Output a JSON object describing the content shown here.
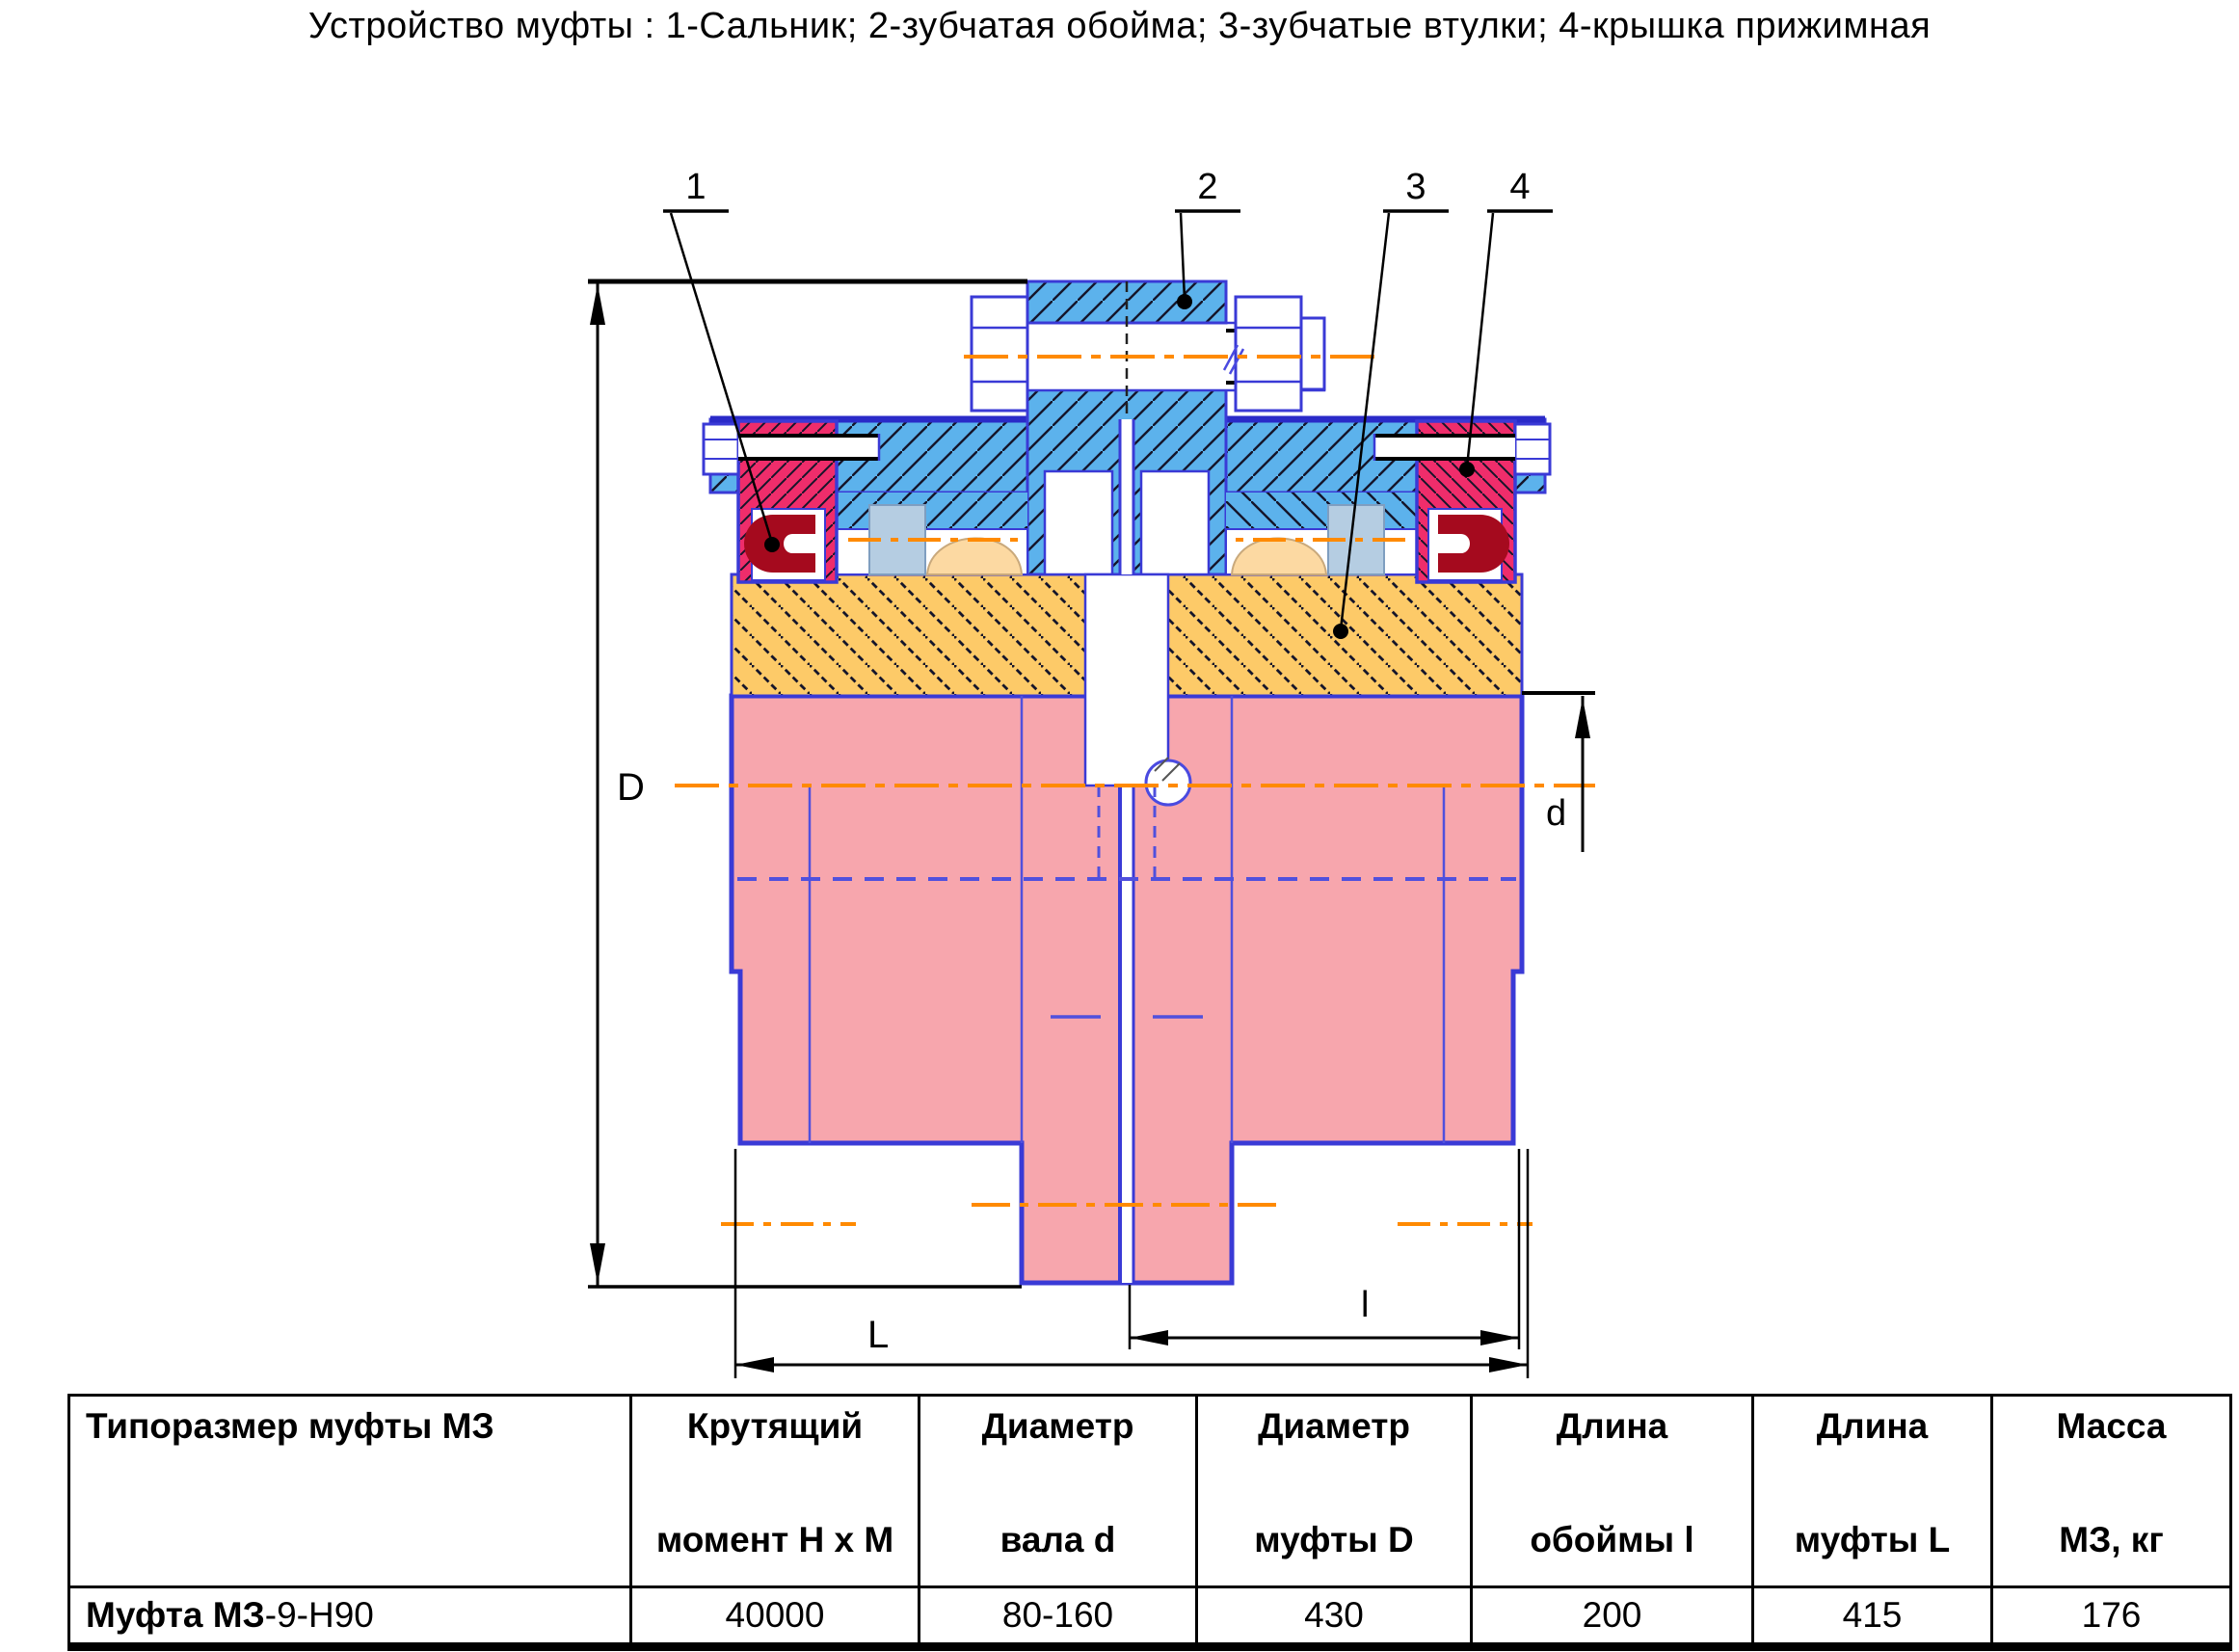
{
  "title": "Устройство муфты : 1-Сальник; 2-зубчатая обойма; 3-зубчатые втулки; 4-крышка прижимная",
  "drawing": {
    "callout_1": "1",
    "callout_2": "2",
    "callout_3": "3",
    "callout_4": "4",
    "dim_D": "D",
    "dim_d": "d",
    "dim_L": "L",
    "dim_l": "l"
  },
  "colors": {
    "sleeve_blue": "#5cb2ec",
    "cover_crimson": "#ef2d6b",
    "seal_dark_red": "#a50a1e",
    "bushing_yellow": "#fdca68",
    "hub_pink": "#f7a6ad",
    "teeth_peach": "#fcd9a2",
    "shelf_slate": "#b5cde2",
    "outline_blue": "#3a3ad6",
    "centerline_orange": "#ff8a00",
    "hidden_line_blue": "#5050dd"
  },
  "table": {
    "columns": [
      {
        "line1": "Типоразмер муфты МЗ",
        "line2": ""
      },
      {
        "line1": "Крутящий",
        "line2": "момент Н х М"
      },
      {
        "line1": "Диаметр",
        "line2": "вала d"
      },
      {
        "line1": "Диаметр",
        "line2": "муфты D"
      },
      {
        "line1": "Длина",
        "line2": "обоймы l"
      },
      {
        "line1": "Длина",
        "line2": "муфты L"
      },
      {
        "line1": "Масса",
        "line2": "МЗ, кг"
      }
    ],
    "row": {
      "name_bold": "Муфта МЗ",
      "name_rest": "-9-Н90",
      "values": [
        "40000",
        "80-160",
        "430",
        "200",
        "415",
        "176"
      ]
    }
  }
}
